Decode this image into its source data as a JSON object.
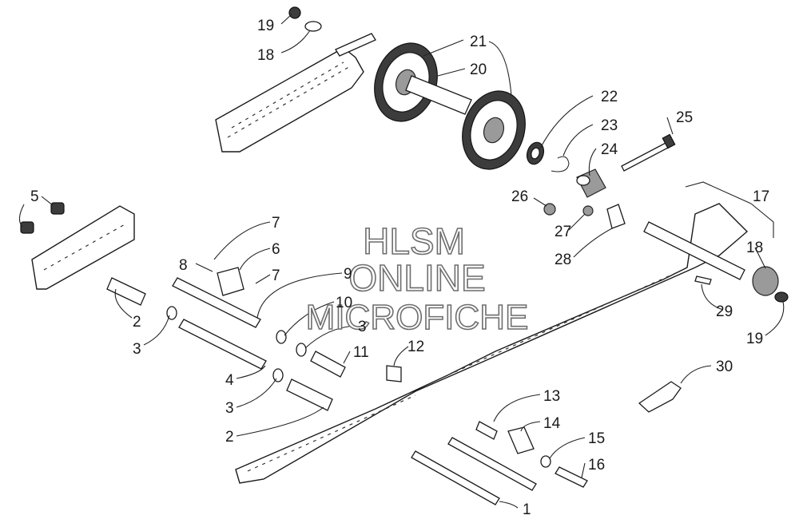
{
  "watermark": {
    "line1": "HLSM",
    "line2": "ONLINE",
    "line3": "MICROFICHE"
  },
  "callouts": [
    {
      "id": "c19a",
      "label": "19"
    },
    {
      "id": "c18a",
      "label": "18"
    },
    {
      "id": "c21",
      "label": "21"
    },
    {
      "id": "c20",
      "label": "20"
    },
    {
      "id": "c22",
      "label": "22"
    },
    {
      "id": "c23",
      "label": "23"
    },
    {
      "id": "c25",
      "label": "25"
    },
    {
      "id": "c24",
      "label": "24"
    },
    {
      "id": "c17",
      "label": "17"
    },
    {
      "id": "c26",
      "label": "26"
    },
    {
      "id": "c27",
      "label": "27"
    },
    {
      "id": "c28",
      "label": "28"
    },
    {
      "id": "c5",
      "label": "5"
    },
    {
      "id": "c7a",
      "label": "7"
    },
    {
      "id": "c6",
      "label": "6"
    },
    {
      "id": "c8",
      "label": "8"
    },
    {
      "id": "c7b",
      "label": "7"
    },
    {
      "id": "c9",
      "label": "9"
    },
    {
      "id": "c10",
      "label": "10"
    },
    {
      "id": "c3a",
      "label": "3"
    },
    {
      "id": "c2a",
      "label": "2"
    },
    {
      "id": "c3b",
      "label": "3"
    },
    {
      "id": "c11",
      "label": "11"
    },
    {
      "id": "c12",
      "label": "12"
    },
    {
      "id": "c4",
      "label": "4"
    },
    {
      "id": "c3c",
      "label": "3"
    },
    {
      "id": "c2b",
      "label": "2"
    },
    {
      "id": "c18b",
      "label": "18"
    },
    {
      "id": "c29",
      "label": "29"
    },
    {
      "id": "c19b",
      "label": "19"
    },
    {
      "id": "c30",
      "label": "30"
    },
    {
      "id": "c13",
      "label": "13"
    },
    {
      "id": "c14",
      "label": "14"
    },
    {
      "id": "c15",
      "label": "15"
    },
    {
      "id": "c16",
      "label": "16"
    },
    {
      "id": "c1",
      "label": "1"
    }
  ]
}
